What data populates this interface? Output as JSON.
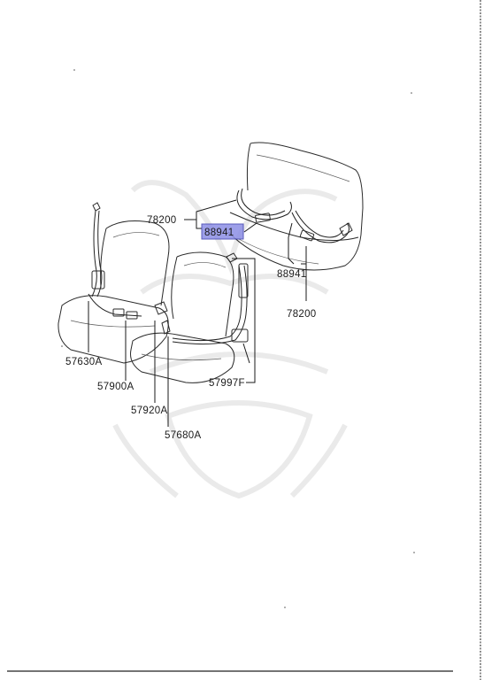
{
  "labels": {
    "rear_retractor_upper": "78200",
    "rear_buckle_upper": "88941",
    "rear_buckle_lower": "88941",
    "rear_retractor_lower": "78200",
    "front_left_belt": "57630A",
    "front_left_buckle": "57900A",
    "front_center": "57920A",
    "front_right_belt": "57680A",
    "front_right_anchor": "57997F"
  },
  "colors": {
    "highlight_fill": "#8d8fe6",
    "line": "#1a1a1a",
    "watermark": "#d8d8d8"
  }
}
